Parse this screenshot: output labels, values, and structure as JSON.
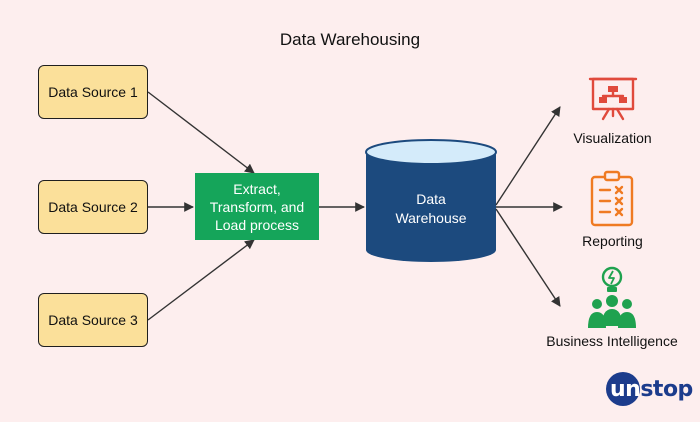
{
  "title": "Data Warehousing",
  "sources": [
    "Data Source 1",
    "Data Source 2",
    "Data Source 3"
  ],
  "etl": {
    "line1": "Extract,",
    "line2": "Transform, and",
    "line3": "Load process"
  },
  "warehouse": {
    "line1": "Data",
    "line2": "Warehouse"
  },
  "outputs": {
    "visualization": "Visualization",
    "reporting": "Reporting",
    "business_intelligence": "Business Intelligence"
  },
  "logo": {
    "text": "unstop"
  },
  "colors": {
    "background": "#fdeeee",
    "source_fill": "#fbe09a",
    "etl_fill": "#15a55a",
    "warehouse_fill": "#1c4a7e",
    "warehouse_top": "#d4ebfa",
    "visualization_icon": "#e04a3c",
    "reporting_icon": "#ef7a22",
    "bi_icon": "#1fa24f",
    "logo": "#1c3c8c"
  },
  "icons": {
    "visualization": "presentation-board-icon",
    "reporting": "clipboard-checklist-icon",
    "business_intelligence": "team-lightbulb-icon"
  }
}
